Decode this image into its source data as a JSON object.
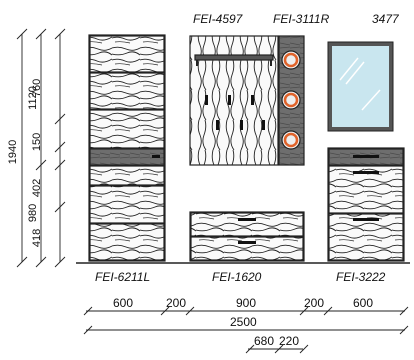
{
  "codes": {
    "top_hallstand": "FEI-4597",
    "top_coat_panel": "FEI-3111R",
    "top_mirror": "3477",
    "bottom_tall_cabinet": "FEI-6211L",
    "bottom_lowboard": "FEI-1620",
    "bottom_right_cabinet": "FEI-3222"
  },
  "vertical_dimensions": {
    "total": "1940",
    "upper": "760",
    "upper_total": "1120",
    "mid": "150",
    "lower_total": "980",
    "lower_mid": "402",
    "lower": "418"
  },
  "horizontal_dimensions": {
    "w_left": "600",
    "gap_left": "200",
    "w_middle": "900",
    "gap_right": "200",
    "w_right": "600",
    "total": "2500",
    "bottom_a": "680",
    "bottom_b": "220"
  }
}
